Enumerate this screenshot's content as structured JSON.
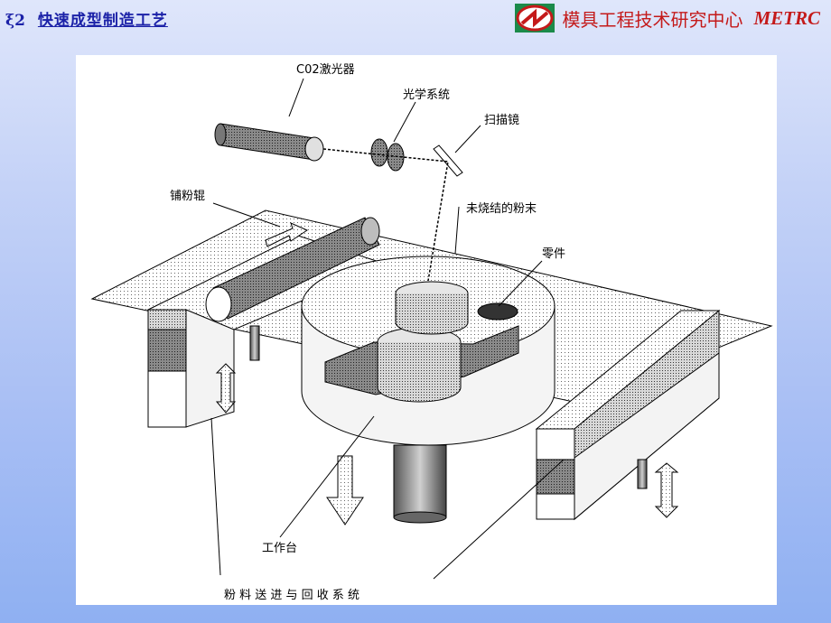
{
  "header": {
    "section": "ξ2",
    "title": "快速成型制造工艺",
    "org_name": "模具工程技术研究中心",
    "org_code": "METRC"
  },
  "diagram": {
    "labels": {
      "laser": "C02激光器",
      "optics": "光学系统",
      "scanner": "扫描镜",
      "roller": "铺粉辊",
      "unsintered": "未烧结的粉末",
      "part": "零件",
      "platform": "工作台",
      "feed": "粉 料 送 进 与 回 收 系 统"
    }
  },
  "colors": {
    "header_text": "#1c22a8",
    "org_text": "#c41a1a",
    "logo_red": "#c41a1a"
  }
}
